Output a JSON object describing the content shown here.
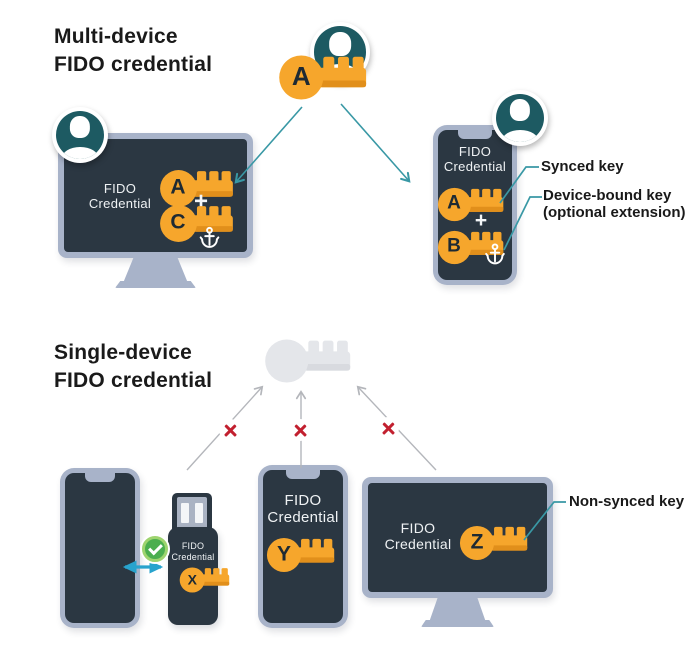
{
  "multi": {
    "title_line1": "Multi-device",
    "title_line2": "FIDO credential",
    "master_key": "A",
    "desktop": {
      "label1": "FIDO",
      "label2": "Credential",
      "key1": "A",
      "plus": "+",
      "key2": "C"
    },
    "phone": {
      "label1": "FIDO",
      "label2": "Credential",
      "key1": "A",
      "plus": "+",
      "key2": "B"
    },
    "callout_synced": "Synced key",
    "callout_bound1": "Device-bound key",
    "callout_bound2": "(optional extension)"
  },
  "single": {
    "title_line1": "Single-device",
    "title_line2": "FIDO credential",
    "usb": {
      "label1": "FIDO",
      "label2": "Credential",
      "key": "X"
    },
    "phone": {
      "label1": "FIDO",
      "label2": "Credential",
      "key": "Y"
    },
    "desktop": {
      "label1": "FIDO",
      "label2": "Credential",
      "key": "Z"
    },
    "callout_non_synced": "Non-synced key"
  },
  "icons": {
    "user_avatar": "person-silhouette",
    "anchor": "anchor-glyph",
    "check": "check-glyph",
    "blocked_cross": "x-glyph",
    "key": "key-glyph"
  },
  "colors": {
    "key_orange": "#F6A62C",
    "key_orange_shade": "#E18F1B",
    "key_faded": "#E4E6EA",
    "screen_dark": "#2B3742",
    "device_frame": "#A8B3C9",
    "avatar_teal": "#1D5A62",
    "teal_line": "#3998A5",
    "transfer_arrow_blue": "#28A3CD",
    "blocked_arrow_gray": "#B4B6BB",
    "x_red": "#C2202F",
    "check_green": "#4BAE4F",
    "text_dark": "#1A1A1A"
  }
}
